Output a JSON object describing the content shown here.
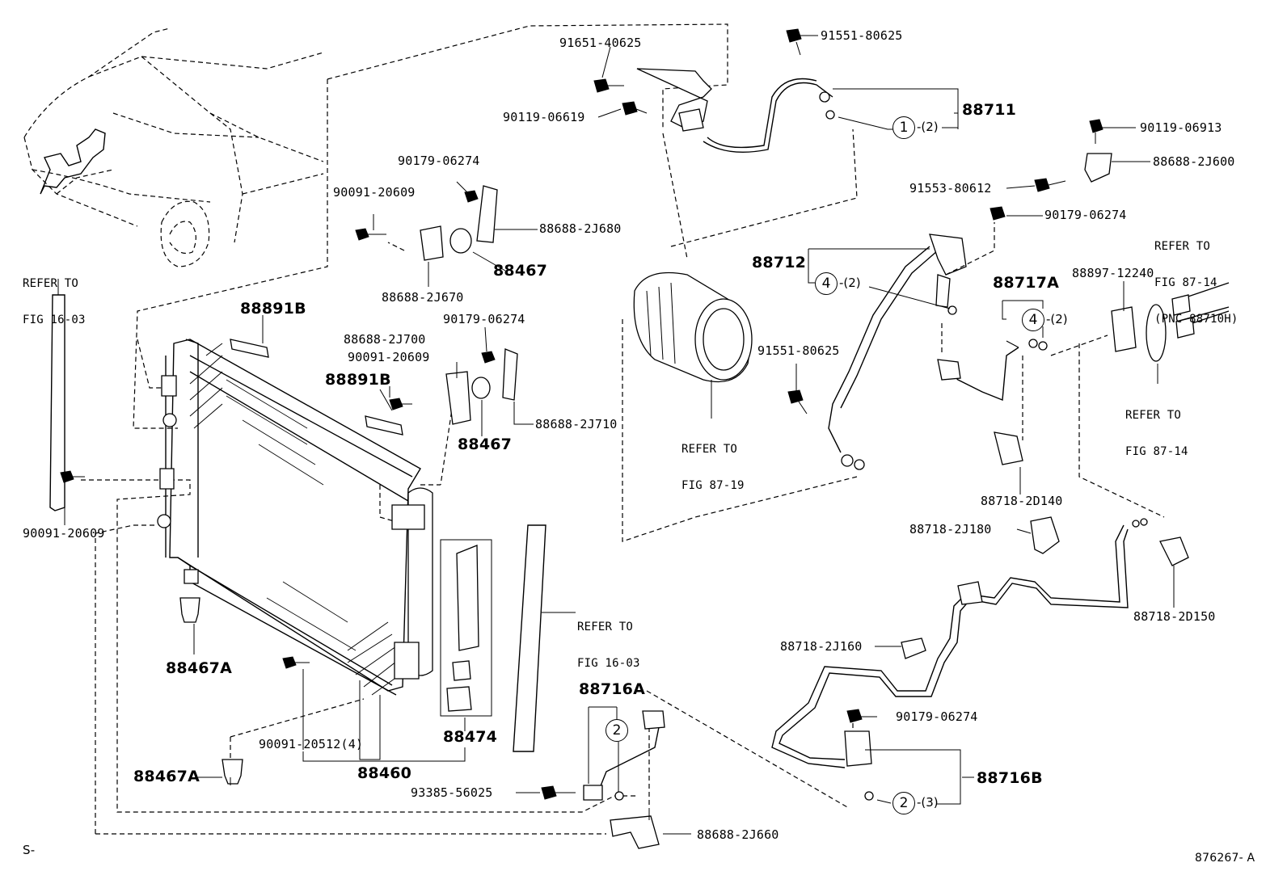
{
  "labels": {
    "p_91651_40625": "91651-40625",
    "p_91551_80625_top": "91551-80625",
    "p_90119_06619": "90119-06619",
    "p_88711": "88711",
    "p_90119_06913": "90119-06913",
    "p_88688_2J600": "88688-2J600",
    "p_91553_80612": "91553-80612",
    "p_90179_06274_a": "90179-06274",
    "p_90091_20609_a": "90091-20609",
    "p_88688_2J680": "88688-2J680",
    "p_88467_a": "88467",
    "p_88688_2J670": "88688-2J670",
    "p_88891B_a": "88891B",
    "p_90179_06274_b": "90179-06274",
    "p_88688_2J700": "88688-2J700",
    "p_90091_20609_b": "90091-20609",
    "p_88891B_b": "88891B",
    "p_88688_2J710": "88688-2J710",
    "p_88467_b": "88467",
    "p_90091_20609_c": "90091-20609",
    "p_88467A_a": "88467A",
    "p_90091_20512": "90091-20512(4)",
    "p_88460": "88460",
    "p_88474": "88474",
    "p_88467A_b": "88467A",
    "p_88716A": "88716A",
    "p_93385_56025": "93385-56025",
    "p_88688_2J660": "88688-2J660",
    "p_88712": "88712",
    "p_90179_06274_c": "90179-06274",
    "p_88717A": "88717A",
    "p_88897_12240": "88897-12240",
    "p_91551_80625_mid": "91551-80625",
    "p_88718_2D140": "88718-2D140",
    "p_88718_2J180": "88718-2J180",
    "p_88718_2D150": "88718-2D150",
    "p_88718_2J160": "88718-2J160",
    "p_90179_06274_d": "90179-06274",
    "p_88716B": "88716B"
  },
  "refs": {
    "fig_16_03_left": [
      "REFER TO",
      "FIG 16-03"
    ],
    "fig_16_03_right": [
      "REFER TO",
      "FIG 16-03"
    ],
    "fig_87_19": [
      "REFER TO",
      "FIG 87-19"
    ],
    "fig_87_14_top": [
      "REFER TO",
      "FIG 87-14",
      "(PNC 88710H)"
    ],
    "fig_87_14_bottom": [
      "REFER TO",
      "FIG 87-14"
    ]
  },
  "callouts": {
    "c1": {
      "num": "1",
      "qty": "-(2)"
    },
    "c4a": {
      "num": "4",
      "qty": "-(2)"
    },
    "c4b": {
      "num": "4",
      "qty": "-(2)"
    },
    "c2a": {
      "num": "2",
      "qty": ""
    },
    "c2b": {
      "num": "2",
      "qty": "-(3)"
    }
  },
  "footer": {
    "left": "S-",
    "right": "876267- A"
  }
}
